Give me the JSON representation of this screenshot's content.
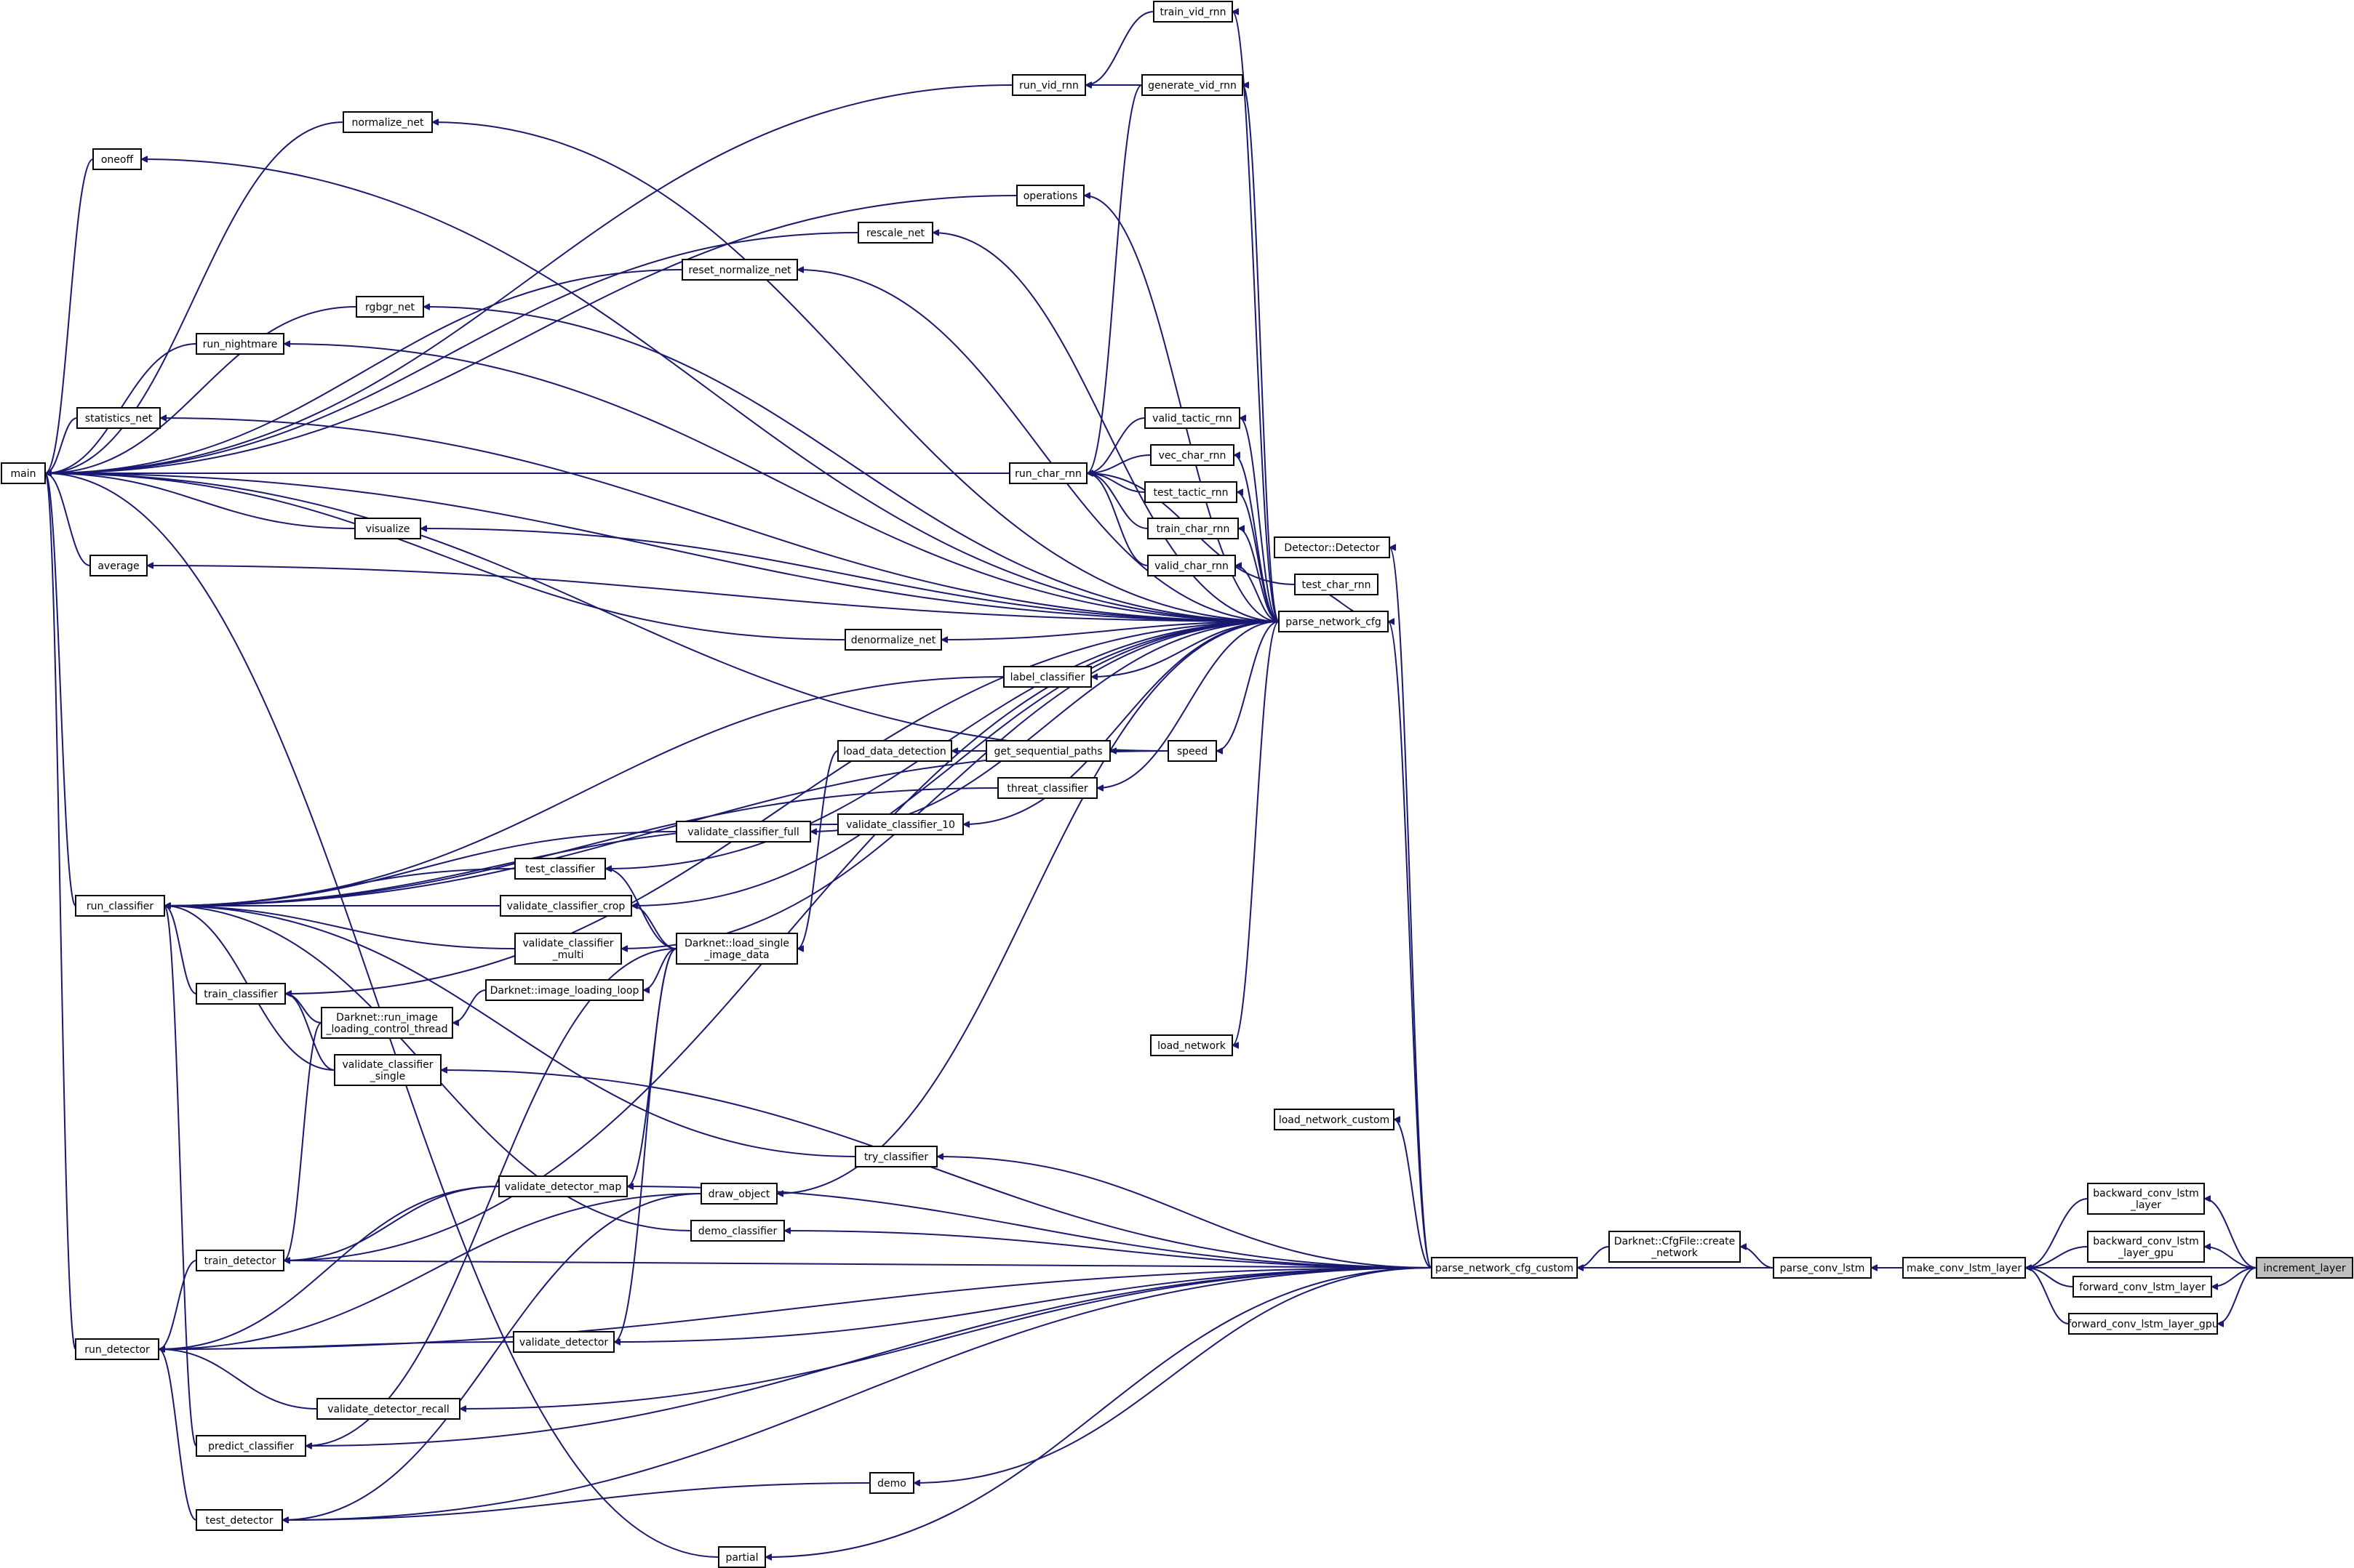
{
  "graph": {
    "colors": {
      "edge": "#191970",
      "node_border": "#000000",
      "node_fill": "#ffffff",
      "highlight_fill": "#bfbfbf"
    },
    "nodes": {
      "main": {
        "label": [
          "main"
        ],
        "interactable": true
      },
      "oneoff": {
        "label": [
          "oneoff"
        ],
        "interactable": true
      },
      "normalize_net": {
        "label": [
          "normalize_net"
        ],
        "interactable": true
      },
      "operations": {
        "label": [
          "operations"
        ],
        "interactable": true
      },
      "rescale_net": {
        "label": [
          "rescale_net"
        ],
        "interactable": true
      },
      "reset_normalize_net": {
        "label": [
          "reset_normalize_net"
        ],
        "interactable": true
      },
      "rgbgr_net": {
        "label": [
          "rgbgr_net"
        ],
        "interactable": true
      },
      "run_nightmare": {
        "label": [
          "run_nightmare"
        ],
        "interactable": true
      },
      "statistics_net": {
        "label": [
          "statistics_net"
        ],
        "interactable": true
      },
      "visualize": {
        "label": [
          "visualize"
        ],
        "interactable": true
      },
      "average": {
        "label": [
          "average"
        ],
        "interactable": true
      },
      "denormalize_net": {
        "label": [
          "denormalize_net"
        ],
        "interactable": true
      },
      "run_vid_rnn": {
        "label": [
          "run_vid_rnn"
        ],
        "interactable": true
      },
      "train_vid_rnn": {
        "label": [
          "train_vid_rnn"
        ],
        "interactable": true
      },
      "generate_vid_rnn": {
        "label": [
          "generate_vid_rnn"
        ],
        "interactable": true
      },
      "run_char_rnn": {
        "label": [
          "run_char_rnn"
        ],
        "interactable": true
      },
      "valid_tactic_rnn": {
        "label": [
          "valid_tactic_rnn"
        ],
        "interactable": true
      },
      "vec_char_rnn": {
        "label": [
          "vec_char_rnn"
        ],
        "interactable": true
      },
      "test_tactic_rnn": {
        "label": [
          "test_tactic_rnn"
        ],
        "interactable": true
      },
      "train_char_rnn": {
        "label": [
          "train_char_rnn"
        ],
        "interactable": true
      },
      "valid_char_rnn": {
        "label": [
          "valid_char_rnn"
        ],
        "interactable": true
      },
      "test_char_rnn": {
        "label": [
          "test_char_rnn"
        ],
        "interactable": true
      },
      "detector_detector": {
        "label": [
          "Detector::Detector"
        ],
        "interactable": true
      },
      "parse_network_cfg": {
        "label": [
          "parse_network_cfg"
        ],
        "interactable": true
      },
      "label_classifier": {
        "label": [
          "label_classifier"
        ],
        "interactable": true
      },
      "speed": {
        "label": [
          "speed"
        ],
        "interactable": true
      },
      "load_data_detection": {
        "label": [
          "load_data_detection"
        ],
        "interactable": true
      },
      "get_sequential_paths": {
        "label": [
          "get_sequential_paths"
        ],
        "interactable": true
      },
      "threat_classifier": {
        "label": [
          "threat_classifier"
        ],
        "interactable": true
      },
      "validate_classifier_10": {
        "label": [
          "validate_classifier_10"
        ],
        "interactable": true
      },
      "validate_classifier_full": {
        "label": [
          "validate_classifier_full"
        ],
        "interactable": true
      },
      "test_classifier": {
        "label": [
          "test_classifier"
        ],
        "interactable": true
      },
      "run_classifier": {
        "label": [
          "run_classifier"
        ],
        "interactable": true
      },
      "validate_classifier_crop": {
        "label": [
          "validate_classifier_crop"
        ],
        "interactable": true
      },
      "darknet_load_single_image_data": {
        "label": [
          "Darknet::load_single",
          "_image_data"
        ],
        "interactable": true
      },
      "validate_classifier_multi": {
        "label": [
          "validate_classifier",
          "_multi"
        ],
        "interactable": true
      },
      "train_classifier": {
        "label": [
          "train_classifier"
        ],
        "interactable": true
      },
      "darknet_image_loading_loop": {
        "label": [
          "Darknet::image_loading_loop"
        ],
        "interactable": true
      },
      "darknet_run_image_loading_control_thread": {
        "label": [
          "Darknet::run_image",
          "_loading_control_thread"
        ],
        "interactable": true
      },
      "validate_classifier_single": {
        "label": [
          "validate_classifier",
          "_single"
        ],
        "interactable": true
      },
      "load_network": {
        "label": [
          "load_network"
        ],
        "interactable": true
      },
      "load_network_custom": {
        "label": [
          "load_network_custom"
        ],
        "interactable": true
      },
      "try_classifier": {
        "label": [
          "try_classifier"
        ],
        "interactable": true
      },
      "validate_detector_map": {
        "label": [
          "validate_detector_map"
        ],
        "interactable": true
      },
      "draw_object": {
        "label": [
          "draw_object"
        ],
        "interactable": true
      },
      "demo_classifier": {
        "label": [
          "demo_classifier"
        ],
        "interactable": true
      },
      "train_detector": {
        "label": [
          "train_detector"
        ],
        "interactable": true
      },
      "parse_network_cfg_custom": {
        "label": [
          "parse_network_cfg_custom"
        ],
        "interactable": true
      },
      "darknet_cfgfile_create_network": {
        "label": [
          "Darknet::CfgFile::create",
          "_network"
        ],
        "interactable": true
      },
      "parse_conv_lstm": {
        "label": [
          "parse_conv_lstm"
        ],
        "interactable": true
      },
      "make_conv_lstm_layer": {
        "label": [
          "make_conv_lstm_layer"
        ],
        "interactable": true
      },
      "backward_conv_lstm_layer": {
        "label": [
          "backward_conv_lstm",
          "_layer"
        ],
        "interactable": true
      },
      "backward_conv_lstm_layer_gpu": {
        "label": [
          "backward_conv_lstm",
          "_layer_gpu"
        ],
        "interactable": true
      },
      "forward_conv_lstm_layer": {
        "label": [
          "forward_conv_lstm_layer"
        ],
        "interactable": true
      },
      "forward_conv_lstm_layer_gpu": {
        "label": [
          "forward_conv_lstm_layer_gpu"
        ],
        "interactable": true
      },
      "increment_layer": {
        "label": [
          "increment_layer"
        ],
        "interactable": false,
        "highlight": true
      },
      "run_detector": {
        "label": [
          "run_detector"
        ],
        "interactable": true
      },
      "validate_detector": {
        "label": [
          "validate_detector"
        ],
        "interactable": true
      },
      "validate_detector_recall": {
        "label": [
          "validate_detector_recall"
        ],
        "interactable": true
      },
      "predict_classifier": {
        "label": [
          "predict_classifier"
        ],
        "interactable": true
      },
      "demo": {
        "label": [
          "demo"
        ],
        "interactable": true
      },
      "test_detector": {
        "label": [
          "test_detector"
        ],
        "interactable": true
      },
      "partial": {
        "label": [
          "partial"
        ],
        "interactable": true
      }
    },
    "edges": [
      [
        "main",
        "oneoff"
      ],
      [
        "main",
        "normalize_net"
      ],
      [
        "main",
        "operations"
      ],
      [
        "main",
        "rescale_net"
      ],
      [
        "main",
        "reset_normalize_net"
      ],
      [
        "main",
        "rgbgr_net"
      ],
      [
        "main",
        "run_nightmare"
      ],
      [
        "main",
        "statistics_net"
      ],
      [
        "main",
        "visualize"
      ],
      [
        "main",
        "average"
      ],
      [
        "main",
        "denormalize_net"
      ],
      [
        "main",
        "run_vid_rnn"
      ],
      [
        "main",
        "run_char_rnn"
      ],
      [
        "main",
        "run_classifier"
      ],
      [
        "main",
        "run_detector"
      ],
      [
        "main",
        "partial"
      ],
      [
        "main",
        "speed"
      ],
      [
        "main",
        "parse_network_cfg"
      ],
      [
        "run_vid_rnn",
        "train_vid_rnn"
      ],
      [
        "run_vid_rnn",
        "generate_vid_rnn"
      ],
      [
        "run_char_rnn",
        "valid_tactic_rnn"
      ],
      [
        "run_char_rnn",
        "vec_char_rnn"
      ],
      [
        "run_char_rnn",
        "test_tactic_rnn"
      ],
      [
        "run_char_rnn",
        "train_char_rnn"
      ],
      [
        "run_char_rnn",
        "valid_char_rnn"
      ],
      [
        "run_char_rnn",
        "test_char_rnn"
      ],
      [
        "run_char_rnn",
        "generate_vid_rnn"
      ],
      [
        "run_classifier",
        "label_classifier"
      ],
      [
        "run_classifier",
        "speed"
      ],
      [
        "run_classifier",
        "threat_classifier"
      ],
      [
        "run_classifier",
        "validate_classifier_10"
      ],
      [
        "run_classifier",
        "validate_classifier_full"
      ],
      [
        "run_classifier",
        "test_classifier"
      ],
      [
        "run_classifier",
        "validate_classifier_crop"
      ],
      [
        "run_classifier",
        "validate_classifier_multi"
      ],
      [
        "run_classifier",
        "train_classifier"
      ],
      [
        "run_classifier",
        "validate_classifier_single"
      ],
      [
        "run_classifier",
        "try_classifier"
      ],
      [
        "run_classifier",
        "demo_classifier"
      ],
      [
        "run_classifier",
        "predict_classifier"
      ],
      [
        "train_classifier",
        "darknet_run_image_loading_control_thread"
      ],
      [
        "train_classifier",
        "validate_classifier_single"
      ],
      [
        "darknet_run_image_loading_control_thread",
        "darknet_image_loading_loop"
      ],
      [
        "darknet_image_loading_loop",
        "darknet_load_single_image_data"
      ],
      [
        "test_classifier",
        "darknet_load_single_image_data"
      ],
      [
        "validate_classifier_crop",
        "darknet_load_single_image_data"
      ],
      [
        "darknet_load_single_image_data",
        "load_data_detection"
      ],
      [
        "load_data_detection",
        "get_sequential_paths"
      ],
      [
        "get_sequential_paths",
        "speed"
      ],
      [
        "run_detector",
        "train_detector"
      ],
      [
        "run_detector",
        "validate_detector_map"
      ],
      [
        "run_detector",
        "validate_detector"
      ],
      [
        "run_detector",
        "validate_detector_recall"
      ],
      [
        "run_detector",
        "test_detector"
      ],
      [
        "run_detector",
        "draw_object"
      ],
      [
        "train_detector",
        "validate_detector_map"
      ],
      [
        "train_detector",
        "darknet_run_image_loading_control_thread"
      ],
      [
        "validate_detector_map",
        "darknet_load_single_image_data"
      ],
      [
        "validate_detector",
        "darknet_load_single_image_data"
      ],
      [
        "test_detector",
        "draw_object"
      ],
      [
        "test_detector",
        "demo"
      ],
      [
        "predict_classifier",
        "darknet_load_single_image_data"
      ],
      [
        "train_vid_rnn",
        "parse_network_cfg"
      ],
      [
        "generate_vid_rnn",
        "parse_network_cfg"
      ],
      [
        "normalize_net",
        "parse_network_cfg"
      ],
      [
        "oneoff",
        "parse_network_cfg"
      ],
      [
        "operations",
        "parse_network_cfg"
      ],
      [
        "rescale_net",
        "parse_network_cfg"
      ],
      [
        "reset_normalize_net",
        "parse_network_cfg"
      ],
      [
        "rgbgr_net",
        "parse_network_cfg"
      ],
      [
        "run_nightmare",
        "parse_network_cfg"
      ],
      [
        "statistics_net",
        "parse_network_cfg"
      ],
      [
        "valid_tactic_rnn",
        "parse_network_cfg"
      ],
      [
        "vec_char_rnn",
        "parse_network_cfg"
      ],
      [
        "test_tactic_rnn",
        "parse_network_cfg"
      ],
      [
        "train_char_rnn",
        "parse_network_cfg"
      ],
      [
        "valid_char_rnn",
        "parse_network_cfg"
      ],
      [
        "test_char_rnn",
        "parse_network_cfg"
      ],
      [
        "visualize",
        "parse_network_cfg"
      ],
      [
        "average",
        "parse_network_cfg"
      ],
      [
        "denormalize_net",
        "parse_network_cfg"
      ],
      [
        "label_classifier",
        "parse_network_cfg"
      ],
      [
        "speed",
        "parse_network_cfg"
      ],
      [
        "threat_classifier",
        "parse_network_cfg"
      ],
      [
        "validate_classifier_10",
        "parse_network_cfg"
      ],
      [
        "validate_classifier_full",
        "parse_network_cfg"
      ],
      [
        "test_classifier",
        "parse_network_cfg"
      ],
      [
        "validate_classifier_crop",
        "parse_network_cfg"
      ],
      [
        "validate_classifier_multi",
        "parse_network_cfg"
      ],
      [
        "train_classifier",
        "parse_network_cfg"
      ],
      [
        "load_network",
        "parse_network_cfg"
      ],
      [
        "train_detector",
        "parse_network_cfg"
      ],
      [
        "draw_object",
        "parse_network_cfg"
      ],
      [
        "detector_detector",
        "parse_network_cfg_custom"
      ],
      [
        "parse_network_cfg",
        "parse_network_cfg_custom"
      ],
      [
        "load_network_custom",
        "parse_network_cfg_custom"
      ],
      [
        "validate_classifier_single",
        "parse_network_cfg_custom"
      ],
      [
        "try_classifier",
        "parse_network_cfg_custom"
      ],
      [
        "demo_classifier",
        "parse_network_cfg_custom"
      ],
      [
        "validate_detector_map",
        "parse_network_cfg_custom"
      ],
      [
        "train_detector",
        "parse_network_cfg_custom"
      ],
      [
        "run_detector",
        "parse_network_cfg_custom"
      ],
      [
        "validate_detector",
        "parse_network_cfg_custom"
      ],
      [
        "validate_detector_recall",
        "parse_network_cfg_custom"
      ],
      [
        "predict_classifier",
        "parse_network_cfg_custom"
      ],
      [
        "demo",
        "parse_network_cfg_custom"
      ],
      [
        "test_detector",
        "parse_network_cfg_custom"
      ],
      [
        "partial",
        "parse_network_cfg_custom"
      ],
      [
        "parse_network_cfg_custom",
        "darknet_cfgfile_create_network"
      ],
      [
        "parse_network_cfg_custom",
        "parse_conv_lstm"
      ],
      [
        "darknet_cfgfile_create_network",
        "parse_conv_lstm"
      ],
      [
        "parse_conv_lstm",
        "make_conv_lstm_layer"
      ],
      [
        "make_conv_lstm_layer",
        "backward_conv_lstm_layer"
      ],
      [
        "make_conv_lstm_layer",
        "backward_conv_lstm_layer_gpu"
      ],
      [
        "make_conv_lstm_layer",
        "forward_conv_lstm_layer"
      ],
      [
        "make_conv_lstm_layer",
        "forward_conv_lstm_layer_gpu"
      ],
      [
        "backward_conv_lstm_layer",
        "increment_layer"
      ],
      [
        "backward_conv_lstm_layer_gpu",
        "increment_layer"
      ],
      [
        "forward_conv_lstm_layer",
        "increment_layer"
      ],
      [
        "forward_conv_lstm_layer_gpu",
        "increment_layer"
      ],
      [
        "make_conv_lstm_layer",
        "increment_layer"
      ]
    ]
  }
}
